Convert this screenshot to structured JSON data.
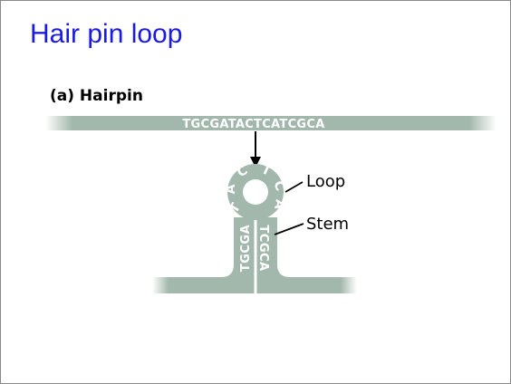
{
  "slide": {
    "title": "Hair pin loop"
  },
  "figure": {
    "label": "(a) Hairpin",
    "top_strand_sequence": "TGCGATACTCATCGCA",
    "loop_letters": [
      "T",
      "A",
      "C",
      "T",
      "C",
      "A"
    ],
    "stem_left_sequence": "TGCGA",
    "stem_right_sequence": "TCGCA",
    "callouts": {
      "loop": "Loop",
      "stem": "Stem"
    },
    "colors": {
      "dna_strand": "#a3b8ad",
      "dna_strand_dark": "#8fa79b",
      "arrow": "#000000",
      "title": "#1a1ae6"
    }
  }
}
